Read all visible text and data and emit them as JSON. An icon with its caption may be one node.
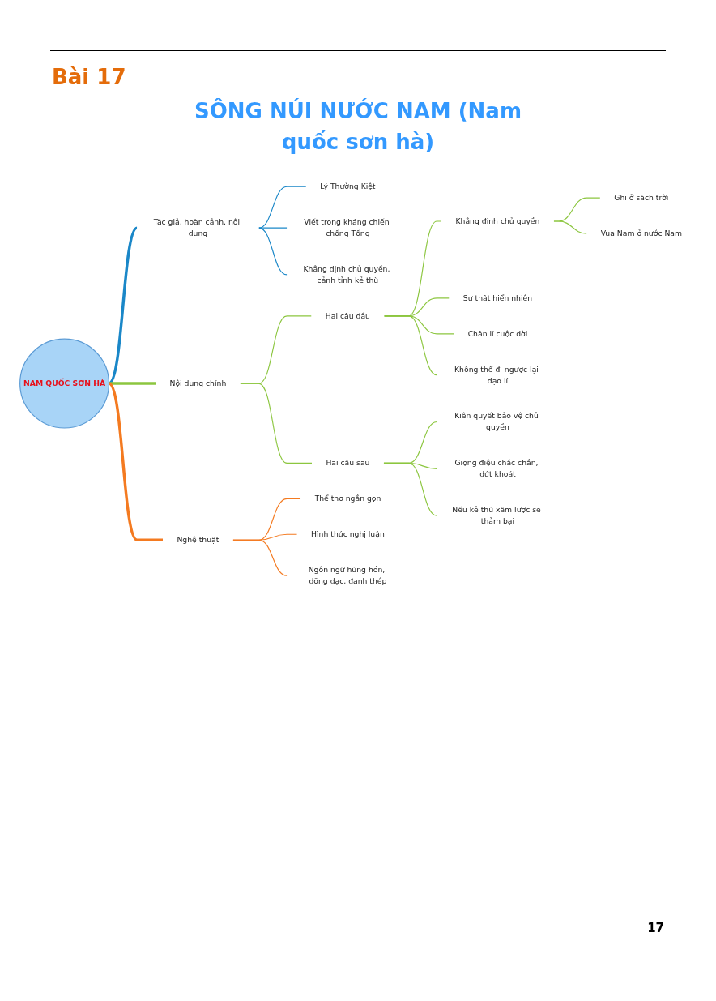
{
  "diagram": {
    "title": "SÔNG NÚI NƯỚC NAM (Nam quốc sơn hà)",
    "nodes": [
      {
        "text": [
          "NAM QUỐC SƠN HÀ"
        ]
      },
      {
        "text": [
          "Tác giả, hoàn cảnh, nội dung"
        ]
      },
      {
        "text": [
          "Lý Thường Kiệt"
        ]
      },
      {
        "text": [
          "Viết trong kháng chiến chống Tống"
        ]
      },
      {
        "text": [
          "Khẳng định chủ quyền, cảnh tỉnh kẻ thù"
        ]
      },
      {
        "text": [
          "Nội dung chính"
        ]
      },
      {
        "text": [
          "Hai câu đầu"
        ]
      },
      {
        "text": [
          "Khẳng định chủ quyền"
        ]
      },
      {
        "text": [
          "Ghi ở sách trời"
        ]
      },
      {
        "text": [
          "Vua Nam ở nước Nam"
        ]
      },
      {
        "text": [
          "Sự thật hiển nhiên"
        ]
      },
      {
        "text": [
          "Chân lí cuộc đời"
        ]
      },
      {
        "text": [
          "Không thể đi ngược lại đạo lí"
        ]
      },
      {
        "text": [
          "Hai câu sau"
        ]
      },
      {
        "text": [
          "Kiên quyết bảo vệ chủ quyền"
        ]
      },
      {
        "text": [
          "Giọng điệu chắc chắn, dứt khoát"
        ]
      },
      {
        "text": [
          "Nếu kẻ thù xâm lược sẽ thảm bại"
        ]
      },
      {
        "text": [
          "Nghệ thuật"
        ]
      },
      {
        "text": [
          "Thể thơ ngắn gọn"
        ]
      },
      {
        "text": [
          "Hình thức nghị luận"
        ]
      },
      {
        "text": [
          "Ngôn ngữ hùng hồn, dõng dạc, đanh thép"
        ]
      }
    ],
    "edges": [
      {
        "from": 0,
        "to": 1,
        "arrow": "none",
        "style": "thick",
        "color": "#1a87c8"
      },
      {
        "from": 1,
        "to": 2,
        "arrow": "none",
        "color": "#1a87c8"
      },
      {
        "from": 1,
        "to": 3,
        "arrow": "none",
        "color": "#1a87c8"
      },
      {
        "from": 1,
        "to": 4,
        "arrow": "none",
        "color": "#1a87c8"
      },
      {
        "from": 0,
        "to": 5,
        "arrow": "none",
        "style": "thick"
      },
      {
        "from": 5,
        "to": 6,
        "arrow": "none"
      },
      {
        "from": 6,
        "to": 7,
        "arrow": "none"
      },
      {
        "from": 7,
        "to": 8,
        "arrow": "none"
      },
      {
        "from": 7,
        "to": 9,
        "arrow": "none"
      },
      {
        "from": 6,
        "to": 10,
        "arrow": "none"
      },
      {
        "from": 6,
        "to": 11,
        "arrow": "none"
      },
      {
        "from": 6,
        "to": 12,
        "arrow": "none"
      },
      {
        "from": 5,
        "to": 13,
        "arrow": "none"
      },
      {
        "from": 13,
        "to": 14,
        "arrow": "none"
      },
      {
        "from": 13,
        "to": 15,
        "arrow": "none"
      },
      {
        "from": 13,
        "to": 16,
        "arrow": "none"
      },
      {
        "from": 0,
        "to": 17,
        "arrow": "none",
        "style": "thick",
        "color": "#f47a20"
      },
      {
        "from": 17,
        "to": 18,
        "arrow": "none",
        "color": "#f47a20"
      },
      {
        "from": 17,
        "to": 19,
        "arrow": "none",
        "color": "#f47a20"
      },
      {
        "from": 17,
        "to": 20,
        "arrow": "none",
        "color": "#f47a20"
      }
    ],
    "labels": [
      "Bài 17",
      "17"
    ]
  }
}
